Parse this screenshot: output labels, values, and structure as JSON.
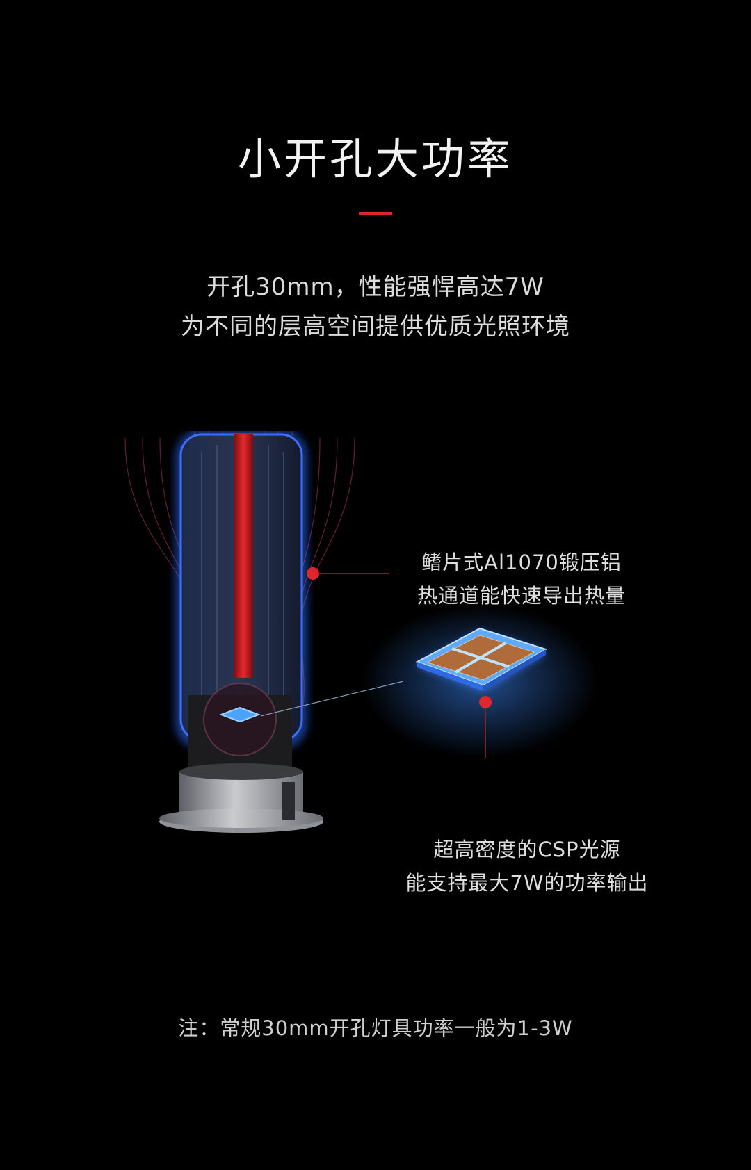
{
  "header": {
    "title": "小开孔大功率",
    "subtitle_line1": "开孔30mm，性能强悍高达7W",
    "subtitle_line2": "为不同的层高空间提供优质光照环境"
  },
  "callouts": {
    "heatsink_line1": "鳍片式Al1070锻压铝",
    "heatsink_line2": "热通道能快速导出热量",
    "chip_line1": "超高密度的CSP光源",
    "chip_line2": "能支持最大7W的功率输出"
  },
  "footer": {
    "note": "注：常规30mm开孔灯具功率一般为1-3W"
  },
  "colors": {
    "background": "#000000",
    "accent_red": "#d9262b",
    "glow_blue": "#2f7bff"
  }
}
